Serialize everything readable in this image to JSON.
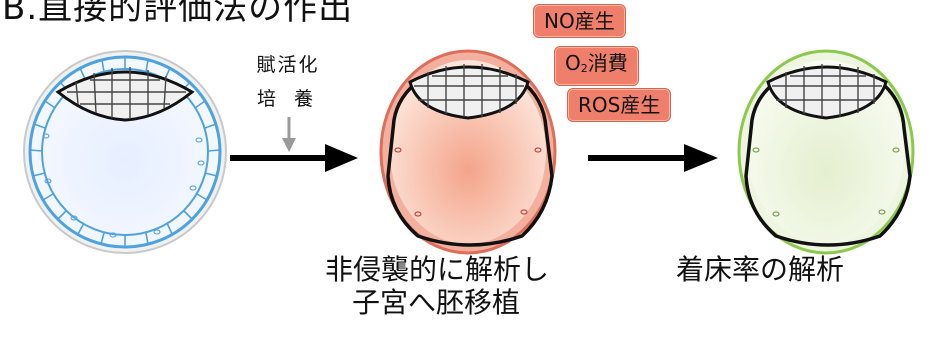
{
  "title": "B.直接的評価法の作出",
  "step1": {
    "label_line1": "賦活化",
    "label_line2": "培 養"
  },
  "badges": {
    "no": "NO産生",
    "o2_prefix": "O",
    "o2_sub": "2",
    "o2_suffix": "消費",
    "ros": "ROS産生"
  },
  "captions": {
    "analysis": "非侵襲的に解析し",
    "transfer": "子宮へ胚移植",
    "rate": "着床率の解析"
  },
  "colors": {
    "blastocyst1_outline": "#4da3e0",
    "blastocyst1_fill": "#eef4fc",
    "blastocyst2_outline": "#e06c5a",
    "blastocyst2_fill": "#f4b5a1",
    "blastocyst3_outline": "#8cc84b",
    "blastocyst3_fill": "#eaf3da",
    "badge_fill": "#ef7f6a",
    "arrow": "#000000",
    "small_arrow": "#9a9a9a"
  }
}
